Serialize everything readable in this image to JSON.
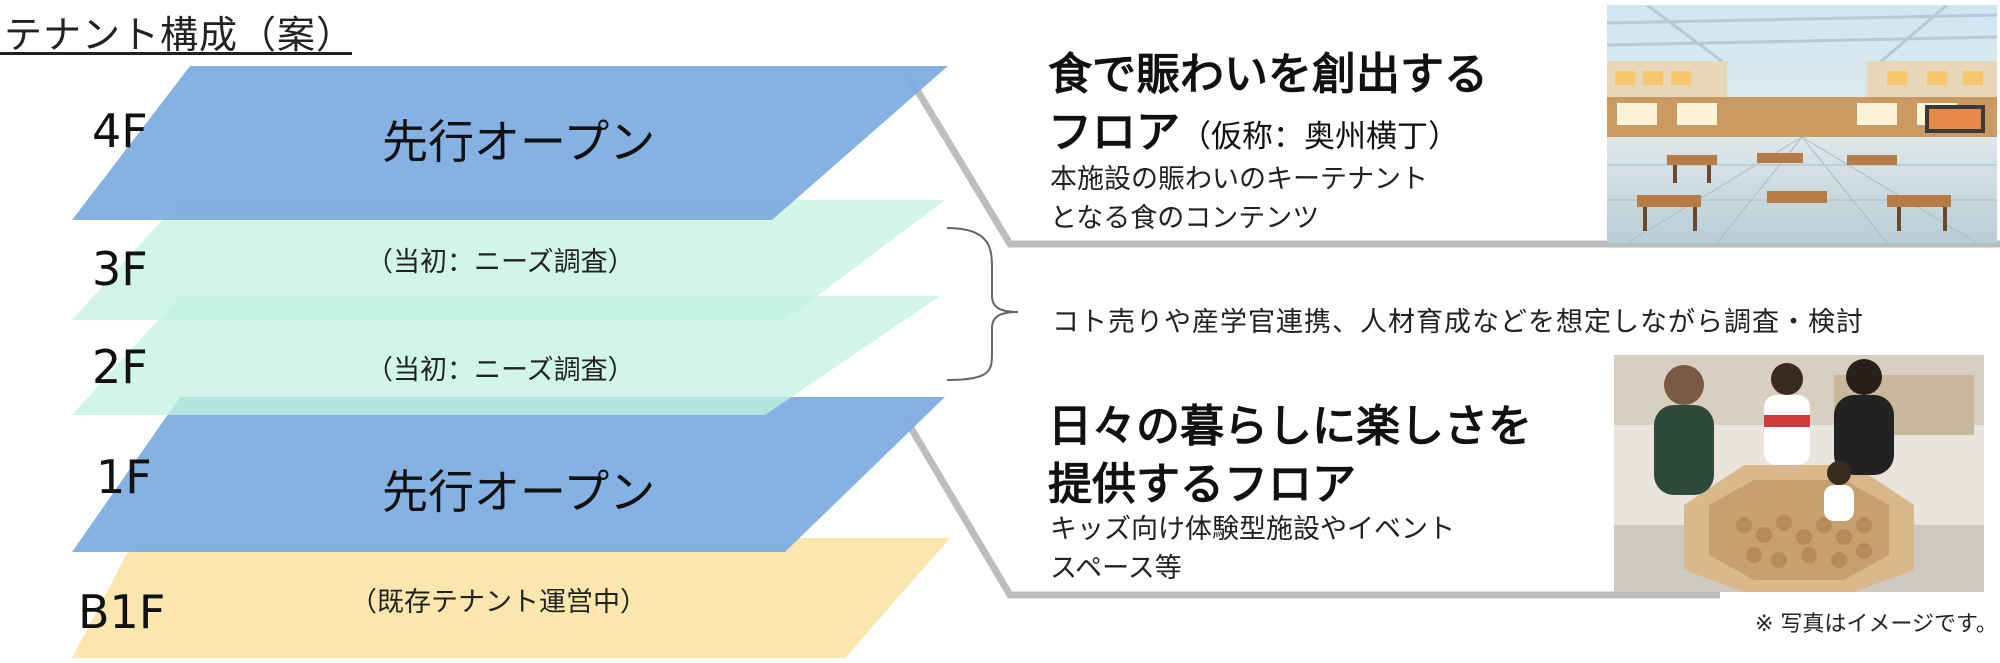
{
  "title": "テナント構成（案）",
  "floors": [
    {
      "id": "4F",
      "label": "4F",
      "text": "先行オープン",
      "color": "#7eaee0"
    },
    {
      "id": "3F",
      "label": "3F",
      "text": "（当初：ニーズ調査）",
      "color": "#c4f3e0"
    },
    {
      "id": "2F",
      "label": "2F",
      "text": "（当初：ニーズ調査）",
      "color": "#c4f3e0"
    },
    {
      "id": "1F",
      "label": "1F",
      "text": "先行オープン",
      "color": "#7eaee0"
    },
    {
      "id": "B1F",
      "label": "B1F",
      "text": "（既存テナント運営中）",
      "color": "#fbe5a6"
    }
  ],
  "upper_floor": {
    "heading_line1": "食で賑わいを創出する",
    "heading_line2": "フロア",
    "heading_paren": "（仮称：奥州横丁）",
    "desc_line1": "本施設の賑わいのキーテナント",
    "desc_line2": "となる食のコンテンツ"
  },
  "middle_note": "コト売りや産学官連携、人材育成などを想定しながら調査・検討",
  "lower_floor": {
    "heading_line1": "日々の暮らしに楽しさを",
    "heading_line2": "提供するフロア",
    "desc_line1": "キッズ向け体験型施設やイベント",
    "desc_line2": "スペース等"
  },
  "photo_note": "※ 写真はイメージです。",
  "photos": [
    {
      "name": "food-court-photo",
      "subject": "food court"
    },
    {
      "name": "kids-play-photo",
      "subject": "kids ball pit"
    }
  ]
}
